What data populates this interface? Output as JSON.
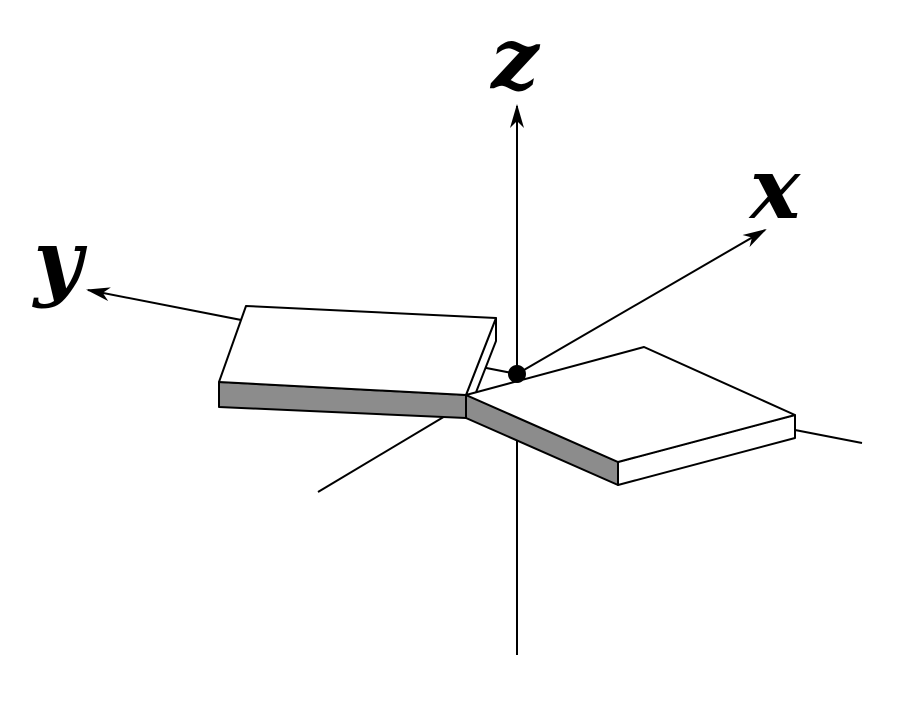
{
  "diagram": {
    "axes": {
      "z_label": "z",
      "x_label": "x",
      "y_label": "y"
    },
    "colors": {
      "line": "#000000",
      "plate_top": "#ffffff",
      "plate_side": "#8c8c8c",
      "background": "#ffffff"
    }
  }
}
